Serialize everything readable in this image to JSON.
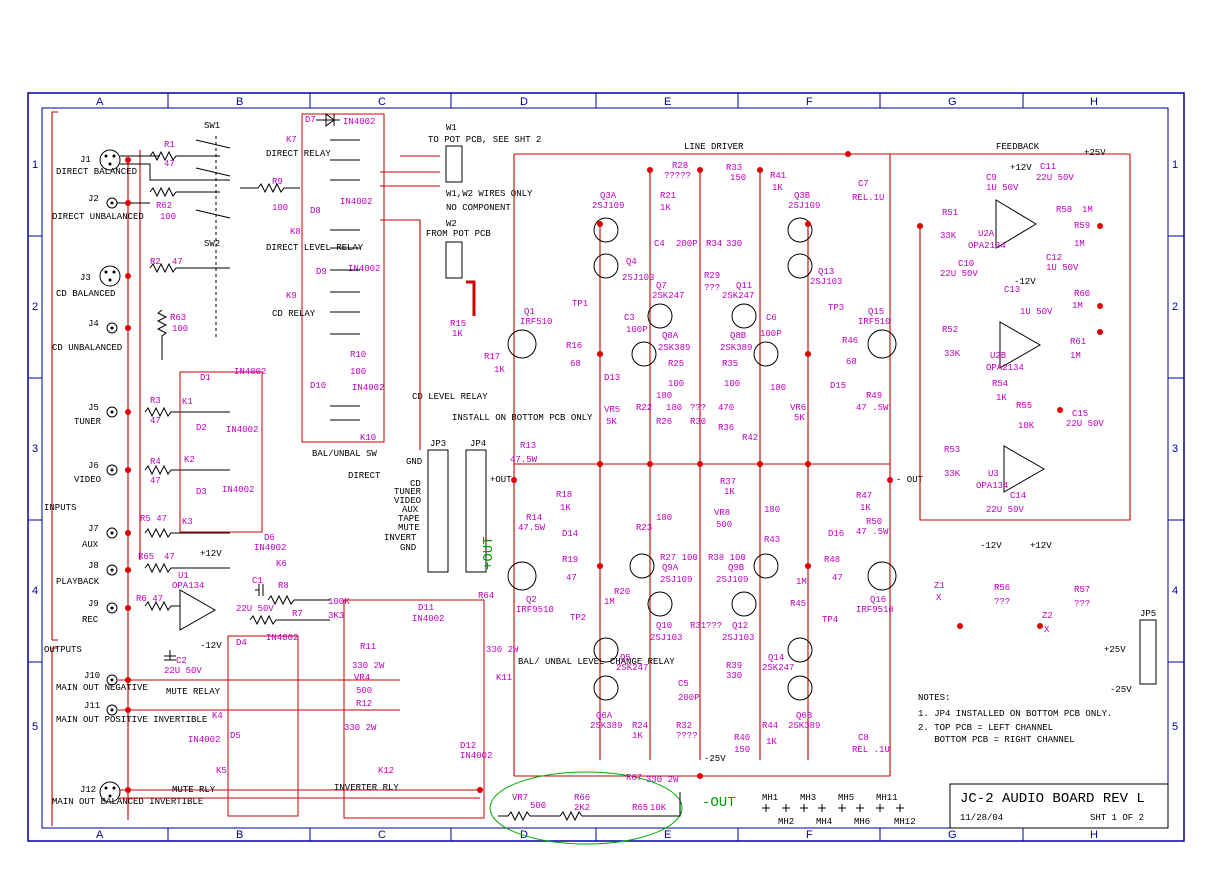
{
  "columns": [
    "A",
    "B",
    "C",
    "D",
    "E",
    "F",
    "G",
    "H"
  ],
  "rows": [
    "1",
    "2",
    "3",
    "4",
    "5"
  ],
  "sections": {
    "inputs": "INPUTS",
    "outputs": "OUTPUTS",
    "line_driver": "LINE DRIVER",
    "feedback": "FEEDBACK",
    "plus25": "+25V",
    "minus25": "-25V",
    "plus_out": "+OUT",
    "minus_out": "-OUT",
    "out_h": "+OUT",
    "out_s": "- OUT"
  },
  "connectors": {
    "J1": {
      "ref": "J1",
      "label": "DIRECT BALANCED"
    },
    "J2": {
      "ref": "J2",
      "label": "DIRECT UNBALANCED"
    },
    "J3": {
      "ref": "J3",
      "label": "CD BALANCED"
    },
    "J4": {
      "ref": "J4",
      "label": "CD UNBALANCED"
    },
    "J5": {
      "ref": "J5",
      "label": "TUNER"
    },
    "J6": {
      "ref": "J6",
      "label": "VIDEO"
    },
    "J7": {
      "ref": "J7",
      "label": "AUX"
    },
    "J8": {
      "ref": "J8",
      "label": "PLAYBACK"
    },
    "J9": {
      "ref": "J9",
      "label": "REC"
    },
    "J10": {
      "ref": "J10",
      "label": "MAIN OUT NEGATIVE"
    },
    "J11": {
      "ref": "J11",
      "label": "MAIN OUT POSITIVE INVERTIBLE"
    },
    "J12": {
      "ref": "J12",
      "label": "MAIN OUT BALANCED INVERTIBLE"
    }
  },
  "relays": {
    "K7": "K7",
    "K8": "K8",
    "K9": "K9",
    "K10": "K10",
    "K1": "K1",
    "K2": "K2",
    "K3": "K3",
    "K6": "K6",
    "K5": "K5",
    "K4": "K4",
    "K11": "K11",
    "K12": "K12",
    "direct_relay": "DIRECT RELAY",
    "direct_level_relay": "DIRECT LEVEL RELAY",
    "cd_relay": "CD RELAY",
    "cd_level_relay": "CD LEVEL RELAY",
    "bal_unbal_sw": "BAL/UNBAL SW",
    "direct": "DIRECT",
    "mute_relay": "MUTE RELAY",
    "mute_rly": "MUTE RLY",
    "inverter_rly": "INVERTER RLY",
    "bal_unbal_change": "BAL/ UNBAL LEVEL CHANGE RELAY"
  },
  "switches": {
    "sw1": "SW1",
    "sw2": "SW2"
  },
  "pot_pcb": {
    "w1": "W1",
    "w1_note": "TO POT PCB, SEE SHT 2",
    "w2": "W2",
    "w2_note": "FROM POT PCB",
    "wires_note_1": "W1,W2 WIRES ONLY",
    "wires_note_2": "NO COMPONENT",
    "install_note": "INSTALL ON BOTTOM PCB ONLY",
    "jp3": "JP3",
    "jp4": "JP4"
  },
  "jp3_labels": [
    "GND",
    "CD",
    "TUNER",
    "VIDEO",
    "AUX",
    "TAPE",
    "MUTE",
    "INVERT",
    "GND"
  ],
  "components": {
    "R1": [
      "R1",
      "47"
    ],
    "R62": [
      "R62",
      "100"
    ],
    "R9": [
      "R9",
      "100"
    ],
    "R2": [
      "R2",
      "47"
    ],
    "R63": [
      "R63",
      "100"
    ],
    "R3": [
      "R3",
      "47"
    ],
    "R4": [
      "R4",
      "47"
    ],
    "R5": [
      "R5 47",
      ""
    ],
    "R65": [
      "R65",
      "47"
    ],
    "R6": [
      "R6 47",
      ""
    ],
    "R8": [
      "R8",
      "100K"
    ],
    "R7": [
      "R7",
      "3K3"
    ],
    "R10": [
      "R10",
      "100"
    ],
    "R11": [
      "R11",
      "330 2W"
    ],
    "R12": [
      "R12",
      "330 2W"
    ],
    "VR4": [
      "VR4",
      "500"
    ],
    "R15": [
      "R15",
      "1K"
    ],
    "R17": [
      "R17",
      "1K"
    ],
    "R13": [
      "R13",
      "47.5W"
    ],
    "R14": [
      "R14",
      "47.5W"
    ],
    "R18": [
      "R18",
      "1K"
    ],
    "R19": [
      "R19",
      "47"
    ],
    "R64": [
      "R64",
      "330 2W"
    ],
    "R16": [
      "R16",
      "68"
    ],
    "VR5": [
      "VR5",
      "5K"
    ],
    "R20": [
      "R20",
      "1M"
    ],
    "R28": [
      "R28",
      "?????"
    ],
    "R21": [
      "R21",
      "1K"
    ],
    "R33": [
      "R33",
      "150"
    ],
    "R41": [
      "R41",
      "1K"
    ],
    "R34": [
      "R34",
      "330"
    ],
    "R29": [
      "R29",
      "???"
    ],
    "R25": [
      "R25",
      "100"
    ],
    "R35": [
      "R35",
      "100"
    ],
    "R22": [
      "R22",
      "180"
    ],
    "R26": [
      "R26",
      "180"
    ],
    "R30": [
      "R30",
      "???"
    ],
    "R36": [
      "R36",
      "470"
    ],
    "R42": [
      "R42",
      "180"
    ],
    "R37": [
      "R37",
      "1K"
    ],
    "VR8": [
      "VR8",
      "500"
    ],
    "R23": [
      "R23",
      "180"
    ],
    "R27": [
      "R27 100",
      ""
    ],
    "R38": [
      "R38 100",
      ""
    ],
    "R43": [
      "R43",
      "180"
    ],
    "R31": [
      "R31",
      "???"
    ],
    "R39": [
      "R39",
      "330"
    ],
    "R32": [
      "R32",
      "????"
    ],
    "R24": [
      "R24",
      "1K"
    ],
    "R40": [
      "R40",
      "150"
    ],
    "R44": [
      "R44",
      "1K"
    ],
    "R46": [
      "R46",
      "68"
    ],
    "VR6": [
      "VR6",
      "5K"
    ],
    "R49": [
      "R49",
      "47 .5W"
    ],
    "R47": [
      "R47",
      "1K"
    ],
    "R50": [
      "R50",
      "47 .5W"
    ],
    "R48": [
      "R48",
      "47"
    ],
    "R45": [
      "R45",
      "1M"
    ],
    "R51": [
      "R51",
      "33K"
    ],
    "R58": [
      "R58",
      "1M"
    ],
    "R59": [
      "R59",
      "1M"
    ],
    "R52": [
      "R52",
      "33K"
    ],
    "R60": [
      "R60",
      "1M"
    ],
    "R61": [
      "R61",
      "1M"
    ],
    "R54": [
      "R54",
      "1K"
    ],
    "R55": [
      "R55",
      "10K"
    ],
    "R53": [
      "R53",
      "33K"
    ],
    "R56": [
      "R56",
      "???"
    ],
    "R57": [
      "R57",
      "???"
    ],
    "VR7": [
      "VR7",
      "500"
    ],
    "R66": [
      "R66",
      "2K2"
    ],
    "R67": [
      "R67",
      "330 2W"
    ],
    "R65b": [
      "R65",
      "10K"
    ],
    "C1": [
      "C1",
      "22U 50V"
    ],
    "C2": [
      "C2",
      "22U 50V"
    ],
    "C3": [
      "C3",
      "100P"
    ],
    "C4": [
      "C4",
      "200P"
    ],
    "C5": [
      "C5",
      "200P"
    ],
    "C6": [
      "C6",
      "100P"
    ],
    "C7": [
      "C7",
      "REL.1U"
    ],
    "C8": [
      "C8",
      "REL .1U"
    ],
    "C9": [
      "C9",
      "1U 50V"
    ],
    "C10": [
      "C10",
      "22U 50V"
    ],
    "C11": [
      "C11",
      "22U 50V"
    ],
    "C12": [
      "C12",
      "1U 50V"
    ],
    "C13": [
      "C13",
      "1U 50V"
    ],
    "C14": [
      "C14",
      "22U 50V"
    ],
    "C15": [
      "C15",
      "22U 50V"
    ],
    "Q1": [
      "Q1",
      "IRF510"
    ],
    "Q2": [
      "Q2",
      "IRF9510"
    ],
    "Q15": [
      "Q15",
      "IRF510"
    ],
    "Q16": [
      "Q16",
      "IRF9510"
    ],
    "Q3A": [
      "Q3A",
      "2SJ109"
    ],
    "Q3B": [
      "Q3B",
      "2SJ109"
    ],
    "Q4": [
      "Q4",
      "2SJ103"
    ],
    "Q13": [
      "Q13",
      "2SJ103"
    ],
    "Q7": [
      "Q7",
      "2SK247"
    ],
    "Q11": [
      "Q11",
      "2SK247"
    ],
    "Q8A": [
      "Q8A",
      "2SK389"
    ],
    "Q8B": [
      "Q8B",
      "2SK389"
    ],
    "Q9A": [
      "Q9A",
      "2SJ109"
    ],
    "Q9B": [
      "Q9B",
      "2SJ109"
    ],
    "Q10": [
      "Q10",
      "2SJ103"
    ],
    "Q12": [
      "Q12",
      "2SJ103"
    ],
    "Q5": [
      "Q5",
      "2SK247"
    ],
    "Q14": [
      "Q14",
      "2SK247"
    ],
    "Q6A": [
      "Q6A",
      "2SK389"
    ],
    "Q6B": [
      "Q6B",
      "2SK389"
    ],
    "D13": "D13",
    "D14": "D14",
    "D15": "D15",
    "D16": "D16",
    "D1": [
      "D1",
      "IN4002"
    ],
    "D2": [
      "D2",
      "IN4002"
    ],
    "D3": [
      "D3",
      "IN4002"
    ],
    "D4": [
      "D4",
      "IN4002"
    ],
    "D5": [
      "D5",
      "IN4002"
    ],
    "D6": [
      "D6",
      "IN4002"
    ],
    "D7": [
      "D7",
      "IN4002"
    ],
    "D8": [
      "D8",
      "IN4002"
    ],
    "D9": [
      "D9",
      "IN4002"
    ],
    "D10": [
      "D10",
      "IN4002"
    ],
    "D11": [
      "D11",
      "IN4002"
    ],
    "D12": [
      "D12",
      "IN4002"
    ],
    "U1": [
      "U1",
      "OPA134"
    ],
    "U2A": [
      "U2A",
      "OPA2134"
    ],
    "U2B": [
      "U2B",
      "OPA2134"
    ],
    "U3": [
      "U3",
      "OPA134"
    ],
    "Z1": [
      "Z1",
      "X"
    ],
    "Z2": [
      "Z2",
      "X"
    ],
    "TP1": "TP1",
    "TP2": "TP2",
    "TP3": "TP3",
    "TP4": "TP4",
    "JP5": "JP5"
  },
  "rails": {
    "plus12": "+12V",
    "minus12": "-12V",
    "plus25": "+25V",
    "minus25": "-25V"
  },
  "mounting_holes": [
    "MH1",
    "MH2",
    "MH3",
    "MH4",
    "MH5",
    "MH6",
    "MH11",
    "MH12"
  ],
  "notes": {
    "heading": "NOTES:",
    "items": [
      "1. JP4 INSTALLED ON BOTTOM PCB ONLY.",
      "2. TOP PCB = LEFT CHANNEL",
      "   BOTTOM PCB = RIGHT CHANNEL"
    ]
  },
  "title_block": {
    "title": "JC-2 AUDIO BOARD REV L",
    "date": "11/28/04",
    "sheet": "SHT 1 OF 2"
  }
}
